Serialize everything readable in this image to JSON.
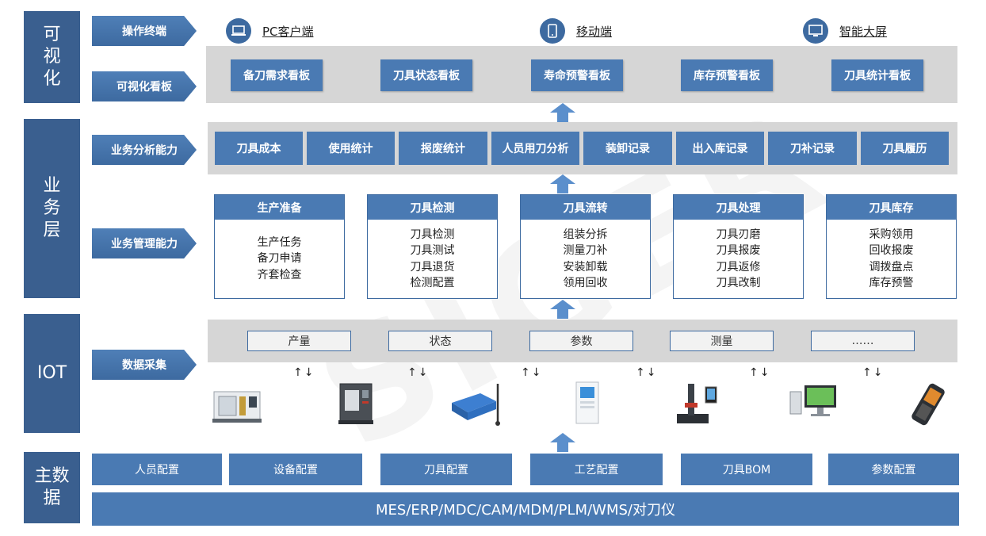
{
  "layers": {
    "visual": "可视化",
    "business": "业务层",
    "iot": "IOT",
    "master": "主数据"
  },
  "tags": {
    "terminal": "操作终端",
    "dashboard": "可视化看板",
    "analysis": "业务分析能力",
    "management": "业务管理能力",
    "collection": "数据采集"
  },
  "terminals": [
    {
      "label": "PC客户端",
      "icon": "laptop-icon"
    },
    {
      "label": "移动端",
      "icon": "tablet-icon"
    },
    {
      "label": "智能大屏",
      "icon": "monitor-icon"
    }
  ],
  "boards": [
    "备刀需求看板",
    "刀具状态看板",
    "寿命预警看板",
    "库存预警看板",
    "刀具统计看板"
  ],
  "analysis": [
    "刀具成本",
    "使用统计",
    "报废统计",
    "人员用刀分析",
    "装卸记录",
    "出入库记录",
    "刀补记录",
    "刀具履历"
  ],
  "management": [
    {
      "title": "生产准备",
      "items": [
        "生产任务",
        "备刀申请",
        "齐套检查"
      ]
    },
    {
      "title": "刀具检测",
      "items": [
        "刀具检测",
        "刀具测试",
        "刀具退货",
        "检测配置"
      ]
    },
    {
      "title": "刀具流转",
      "items": [
        "组装分拆",
        "测量刀补",
        "安装卸载",
        "领用回收"
      ]
    },
    {
      "title": "刀具处理",
      "items": [
        "刀具刃磨",
        "刀具报废",
        "刀具返修",
        "刀具改制"
      ]
    },
    {
      "title": "刀具库存",
      "items": [
        "采购领用",
        "回收报废",
        "调拨盘点",
        "库存预警"
      ]
    }
  ],
  "iot_data": [
    "产量",
    "状态",
    "参数",
    "测量",
    "……"
  ],
  "io_arrow_symbol": "↑↓",
  "master_config": [
    "人员配置",
    "设备配置",
    "刀具配置",
    "工艺配置",
    "刀具BOM",
    "参数配置"
  ],
  "systems_bar": "MES/ERP/MDC/CAM/MDM/PLM/WMS/对刀仪",
  "devices": [
    "machining-center",
    "vertical-machine",
    "iot-gateway",
    "tool-cabinet",
    "tool-presetter",
    "measuring-station",
    "handheld-terminal"
  ],
  "watermark": "SIGER",
  "colors": {
    "primary": "#4a7ab3",
    "dark": "#3a5f8f",
    "band": "#d6d6d6"
  }
}
